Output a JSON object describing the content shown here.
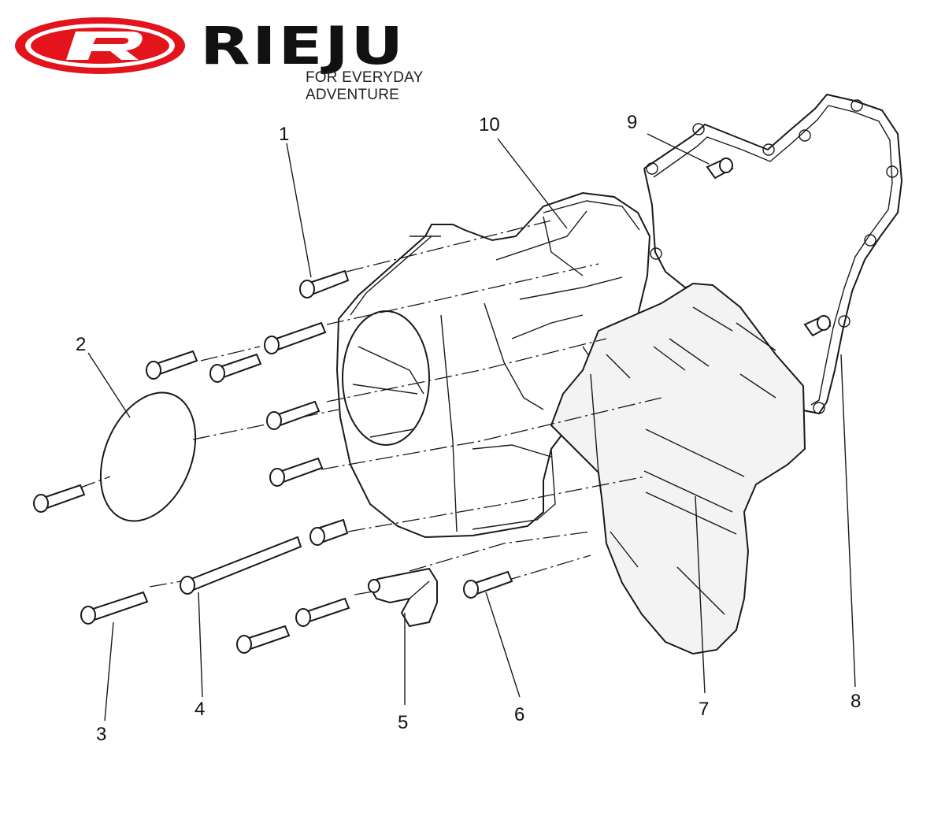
{
  "brand": {
    "name": "RIEJU",
    "tagline": "FOR EVERYDAY ADVENTURE",
    "logo_color": "#e3141b"
  },
  "callouts": [
    "1",
    "2",
    "3",
    "4",
    "5",
    "6",
    "7",
    "8",
    "9",
    "10"
  ]
}
